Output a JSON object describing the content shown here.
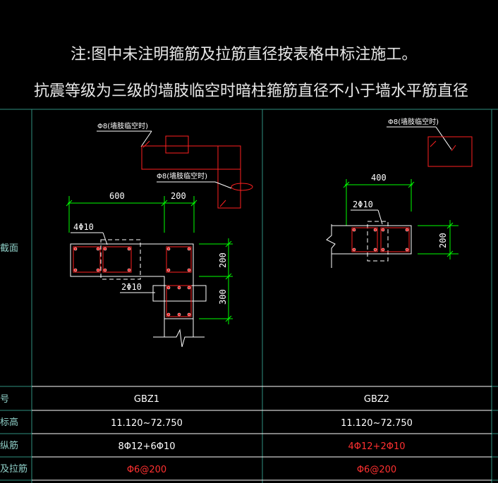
{
  "notes": {
    "line1": "注:图中未注明箍筋及拉筋直径按表格中标注施工。",
    "line2": "抗震等级为三级的墙肢临空时暗柱箍筋直径不小于墙水平筋直径"
  },
  "left_column_labels": [
    "截面",
    "编号",
    "标高",
    "纵筋",
    "箍筋及拉筋"
  ],
  "left_column_visible": [
    "截面",
    "号",
    "标高",
    "纵筋",
    "及拉筋"
  ],
  "detail1": {
    "callout_top": "Φ8(墙肢临空时)",
    "callout_mid": "Φ8(墙肢临空时)",
    "dim_600": "600",
    "dim_200_top": "200",
    "label_4phi10": "4Φ10",
    "label_2phi10": "2Φ10",
    "dim_200_right": "200",
    "dim_300_right": "300"
  },
  "detail2": {
    "callout_top": "Φ8(墙肢临空时)",
    "dim_400": "400",
    "label_2phi10": "2Φ10",
    "dim_200_right": "200"
  },
  "table": {
    "rows": [
      {
        "label": "编号",
        "gbz1": "GBZ1",
        "gbz2": "GBZ2"
      },
      {
        "label": "标高",
        "gbz1": "11.120~72.750",
        "gbz2": "11.120~72.750"
      },
      {
        "label": "纵筋",
        "gbz1": "8Φ12+6Φ10",
        "gbz2": "4Φ12+2Φ10"
      },
      {
        "label": "箍筋及拉筋",
        "gbz1": "Φ6@200",
        "gbz2": "Φ6@200"
      }
    ]
  },
  "colors": {
    "outline": "#ffffff",
    "rebar": "#ff2020",
    "dimension": "#00ff00",
    "grid": "#2f8f7f",
    "highlight_text": "#ff3030"
  }
}
